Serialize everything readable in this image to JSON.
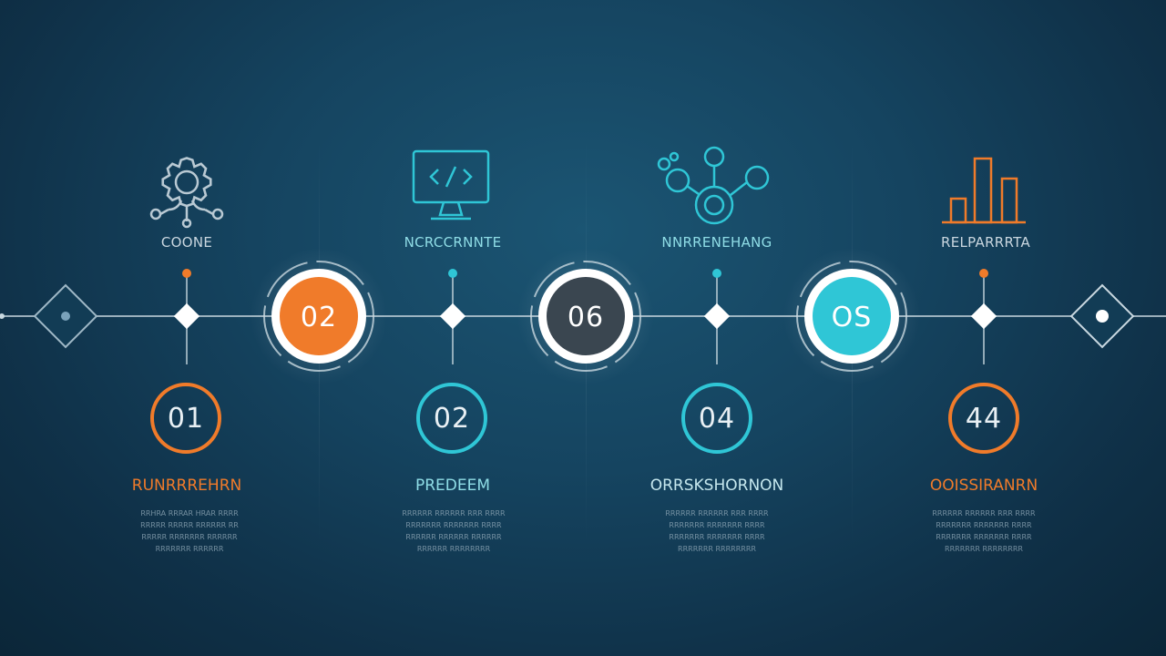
{
  "colors": {
    "orange": "#f07b2a",
    "cyan": "#2fc6d6",
    "dark": "#3a4650",
    "line": "#d8e4ea"
  },
  "stages": [
    {
      "icon": "gear-network-icon",
      "label": "COONE",
      "bottom_number": "01",
      "bottom_color": "orange",
      "title": "RUNRRREHRN",
      "title_color": "orange",
      "desc": [
        "RRHRA RRRAR HRAR RRRR",
        "RRRRR RRRRR RRRRRR RR",
        "RRRRR RRRRRRR RRRRRR",
        "RRRRRRR RRRRRR"
      ]
    },
    {
      "icon": "monitor-code-icon",
      "label": "NCRCCRNNTE",
      "bottom_number": "02",
      "bottom_color": "cyan",
      "title": "PREDEEM",
      "title_color": "cyan",
      "desc": [
        "RRRRRR RRRRRR RRR RRRR",
        "RRRRRRR RRRRRRR RRRR",
        "RRRRRR RRRRRR RRRRRR",
        "RRRRRR RRRRRRRR"
      ]
    },
    {
      "icon": "network-nodes-icon",
      "label": "NNRRENEHANG",
      "bottom_number": "04",
      "bottom_color": "cyan",
      "title": "ORRSKSHORNON",
      "title_color": "cyan",
      "desc": [
        "RRRRRR RRRRRR RRR RRRR",
        "RRRRRRR RRRRRRR RRRR",
        "RRRRRRR RRRRRRR RRRR",
        "RRRRRRR RRRRRRRR"
      ]
    },
    {
      "icon": "bar-chart-icon",
      "label": "RELPARRRTA",
      "bottom_number": "44",
      "bottom_color": "orange",
      "title": "OOISSIRANRN",
      "title_color": "orange",
      "desc": [
        "RRRRRR RRRRRR RRR RRRR",
        "RRRRRRR RRRRRRR RRRR",
        "RRRRRRR RRRRRRR RRRR",
        "RRRRRRR RRRRRRRR"
      ]
    }
  ],
  "milestones": [
    {
      "label": "02",
      "color": "orange"
    },
    {
      "label": "06",
      "color": "dark"
    },
    {
      "label": "OS",
      "color": "cyan"
    }
  ]
}
